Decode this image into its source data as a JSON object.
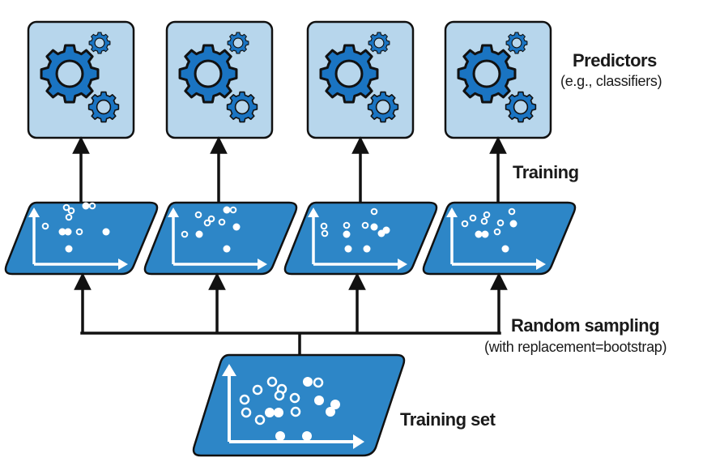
{
  "diagram": {
    "title": "Bagging / bootstrap aggregating",
    "colors": {
      "predictor_fill": "#b7d6ec",
      "gear_fill": "#1a74c2",
      "dataset_fill": "#2d86c7",
      "outline": "#111111",
      "point_white": "#ffffff"
    },
    "predictors": {
      "label": "Predictors",
      "sublabel": "(e.g., classifiers)",
      "count": 4,
      "icon": "gears-icon"
    },
    "training_step": {
      "label": "Training"
    },
    "sampling_step": {
      "label": "Random sampling",
      "sublabel": "(with replacement=bootstrap)"
    },
    "training_set": {
      "label": "Training set",
      "icon": "scatter-plot-icon"
    },
    "subsets": [
      {
        "name": "bootstrap-sample-1"
      },
      {
        "name": "bootstrap-sample-2"
      },
      {
        "name": "bootstrap-sample-3"
      },
      {
        "name": "bootstrap-sample-4"
      }
    ]
  }
}
